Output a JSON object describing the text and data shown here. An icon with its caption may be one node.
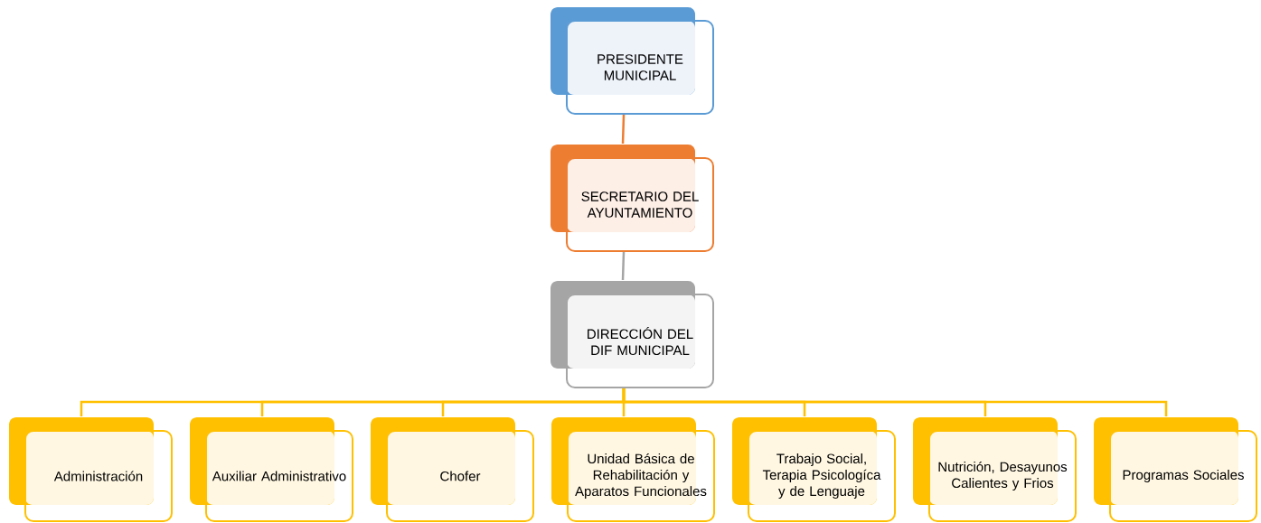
{
  "diagram": {
    "nodes": [
      {
        "text": [
          "PRESIDENTE MUNICIPAL"
        ]
      },
      {
        "text": [
          "SECRETARIO DEL AYUNTAMIENTO"
        ]
      },
      {
        "text": [
          "DIRECCIÓN DEL DIF MUNICIPAL"
        ]
      },
      {
        "text": [
          "Administración"
        ]
      },
      {
        "text": [
          "Auxiliar Administrativo"
        ]
      },
      {
        "text": [
          "Chofer"
        ]
      },
      {
        "text": [
          "Unidad Básica de Rehabilitación y Aparatos Funcionales"
        ]
      },
      {
        "text": [
          "Trabajo Social, Terapia Psicologíca y de Lenguaje"
        ]
      },
      {
        "text": [
          "Nutrición, Desayunos Calientes y Frios"
        ]
      },
      {
        "text": [
          "Programas Sociales"
        ]
      }
    ],
    "edges": [
      {
        "from": 0,
        "to": 1,
        "arrow": "none",
        "color": "#ed7d31"
      },
      {
        "from": 1,
        "to": 2,
        "arrow": "none",
        "color": "#a5a5a5"
      },
      {
        "from": 2,
        "to": 3,
        "arrow": "none"
      },
      {
        "from": 2,
        "to": 4,
        "arrow": "none"
      },
      {
        "from": 2,
        "to": 5,
        "arrow": "none"
      },
      {
        "from": 2,
        "to": 6,
        "arrow": "none"
      },
      {
        "from": 2,
        "to": 7,
        "arrow": "none"
      },
      {
        "from": 2,
        "to": 8,
        "arrow": "none"
      },
      {
        "from": 2,
        "to": 9,
        "arrow": "none"
      }
    ]
  }
}
